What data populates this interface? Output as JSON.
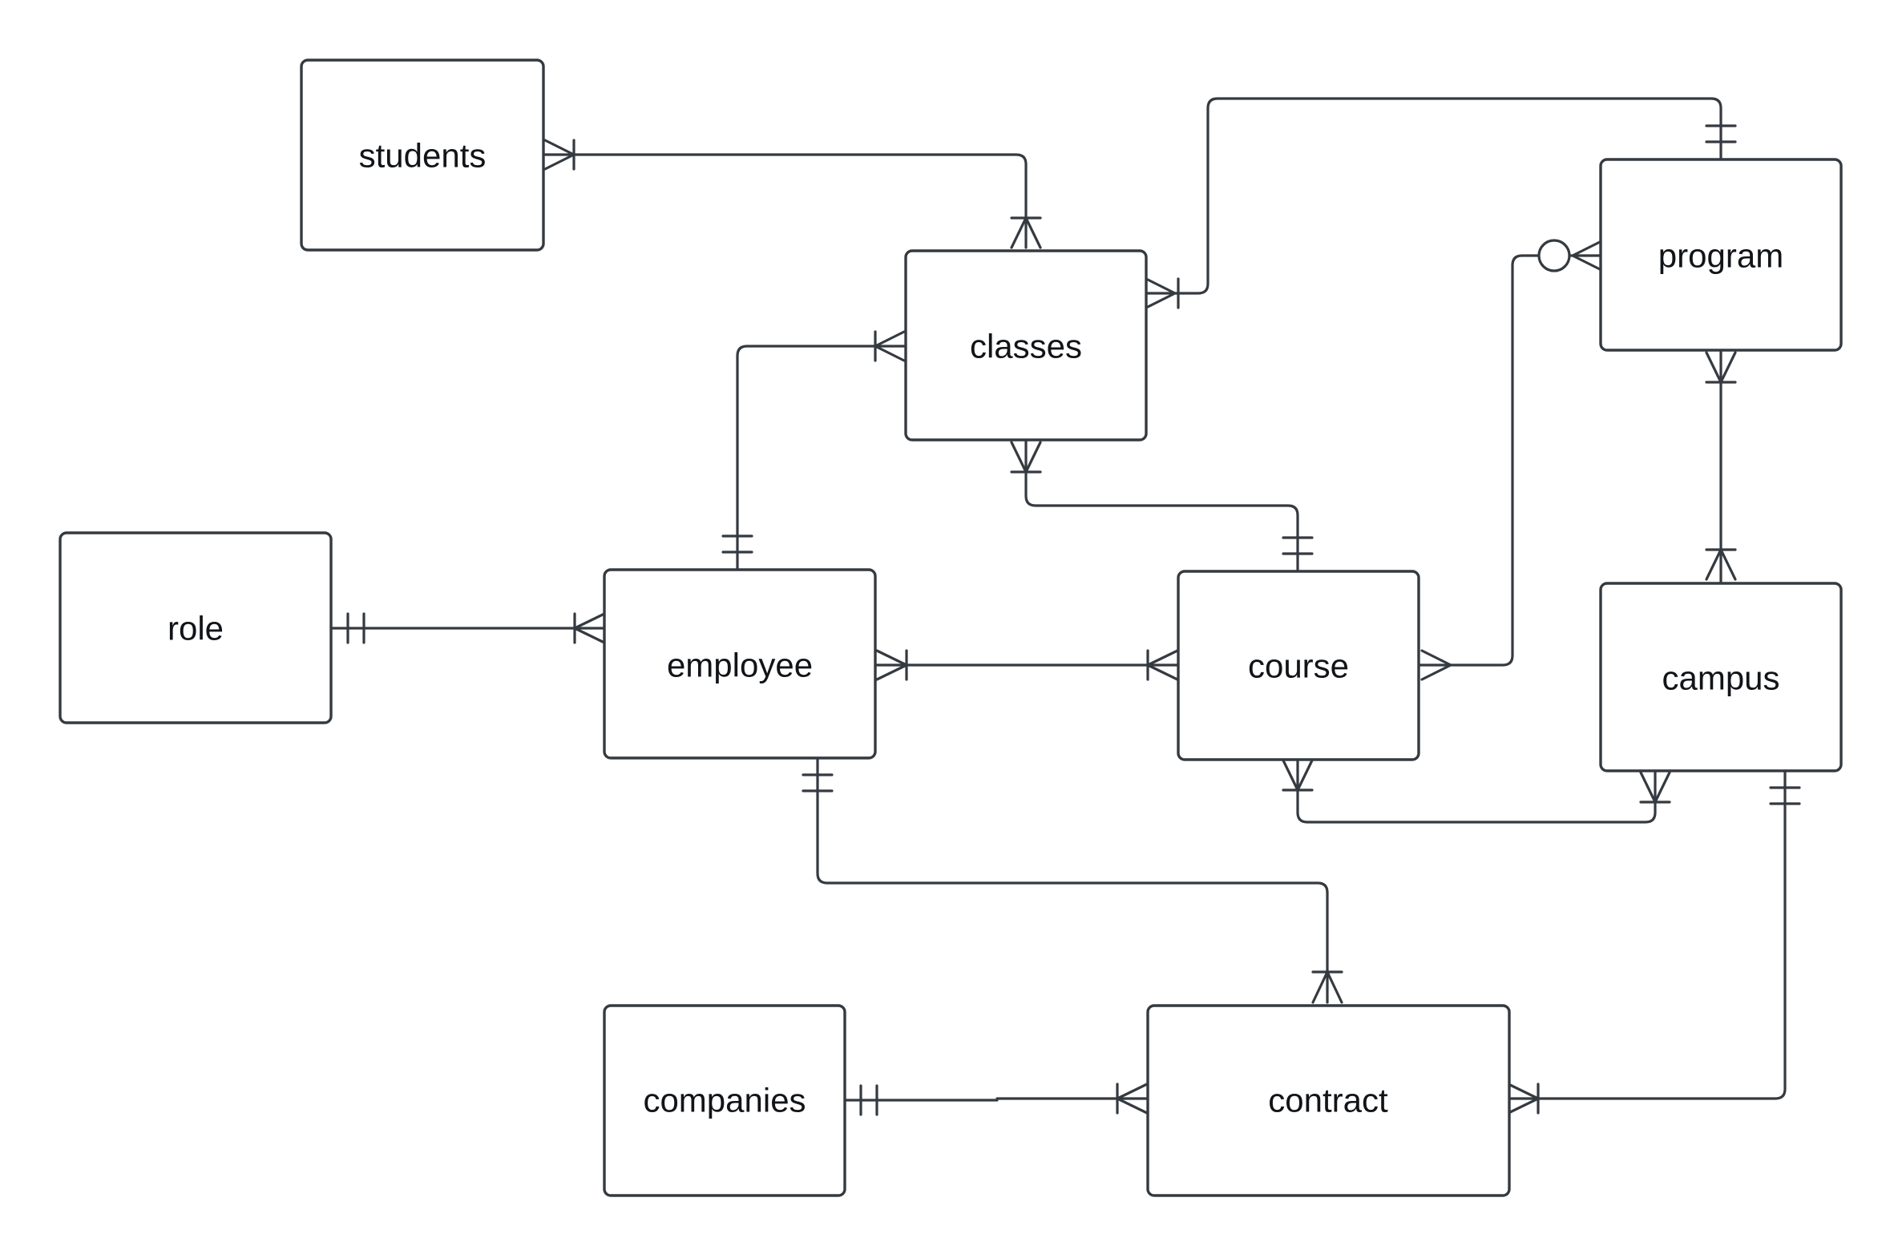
{
  "diagram": {
    "type": "entity-relationship",
    "line_color": "#343a40",
    "entities": [
      {
        "id": "students",
        "label": "students"
      },
      {
        "id": "classes",
        "label": "classes"
      },
      {
        "id": "program",
        "label": "program"
      },
      {
        "id": "role",
        "label": "role"
      },
      {
        "id": "employee",
        "label": "employee"
      },
      {
        "id": "course",
        "label": "course"
      },
      {
        "id": "campus",
        "label": "campus"
      },
      {
        "id": "companies",
        "label": "companies"
      },
      {
        "id": "contract",
        "label": "contract"
      }
    ],
    "relationships": [
      {
        "from": "students",
        "to": "classes",
        "from_cardinality": "one-or-many",
        "to_cardinality": "one-or-many"
      },
      {
        "from": "classes",
        "to": "program",
        "from_cardinality": "one-or-many",
        "to_cardinality": "exactly-one"
      },
      {
        "from": "employee",
        "to": "classes",
        "from_cardinality": "exactly-one",
        "to_cardinality": "one-or-many"
      },
      {
        "from": "classes",
        "to": "course",
        "from_cardinality": "one-or-many",
        "to_cardinality": "exactly-one"
      },
      {
        "from": "course",
        "to": "program",
        "from_cardinality": "many",
        "to_cardinality": "zero-or-many"
      },
      {
        "from": "program",
        "to": "campus",
        "from_cardinality": "one-or-many",
        "to_cardinality": "one-or-many"
      },
      {
        "from": "role",
        "to": "employee",
        "from_cardinality": "exactly-one",
        "to_cardinality": "one-or-many"
      },
      {
        "from": "employee",
        "to": "course",
        "from_cardinality": "one-or-many",
        "to_cardinality": "one-or-many"
      },
      {
        "from": "course",
        "to": "campus",
        "from_cardinality": "one-or-many",
        "to_cardinality": "one-or-many"
      },
      {
        "from": "employee",
        "to": "contract",
        "from_cardinality": "exactly-one",
        "to_cardinality": "one-or-many"
      },
      {
        "from": "campus",
        "to": "contract",
        "from_cardinality": "exactly-one",
        "to_cardinality": "one-or-many"
      },
      {
        "from": "companies",
        "to": "contract",
        "from_cardinality": "exactly-one",
        "to_cardinality": "one-or-many"
      }
    ]
  }
}
